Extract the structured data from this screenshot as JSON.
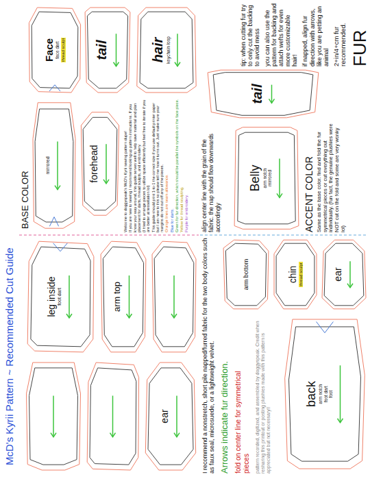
{
  "diagram": {
    "title": "McD's Kyrii Pattern ~ Recommended Cut Guide",
    "nodes": [
      {
        "text": [
          "Face",
          "face dart",
          "thread sculpt"
        ]
      },
      {
        "text": [
          "mirrored"
        ]
      },
      {
        "text": [
          "forehead"
        ]
      },
      {
        "text": [
          "leg inside",
          "foot dart"
        ]
      },
      {
        "text": [
          "arm top"
        ]
      },
      {
        "text": [
          "ear"
        ]
      },
      {
        "text": [
          "hair",
          "keychain loop"
        ]
      },
      {
        "text": [
          "tail"
        ]
      },
      {
        "text": [
          "tail"
        ]
      },
      {
        "text": [
          "Belly",
          "arm notch",
          "mirrored"
        ]
      },
      {
        "text": [
          "chin",
          "thread sculpt"
        ]
      },
      {
        "text": [
          "ear"
        ]
      },
      {
        "text": [
          "arm bottom"
        ]
      },
      {
        "text": [
          "back",
          "arm notch",
          "foot dart",
          "foot"
        ]
      }
    ],
    "labels": [
      "BASE COLOR",
      "FUR",
      "2+in/4+cm fur recommended.",
      "if napped, align fur direction with arrows, like you are petting an animal",
      "you can also use the pattern for backing and attach wefts for even more customizable hair!",
      "tip: when cutting fur try to only cut the backing to avoid mess",
      "ACCENT COLOR",
      "Same as the base color. find and fold the fur symmetrical pieces or cut everything out individually. (fun fact, the genuine plushies were NOT cut on the fold and some are very wonky lol)",
      "I recommend a nonstretch, short pile napped/furred fabric for the two body colors such as faux seal, microsuede, or a lightweight velvet.",
      "align center line with the grain of the fabric. the nap should flow downwards accordingly",
      "Arrows indicate fur direction.",
      "fold on center line for symmetrical pieces",
      "pattern recorded, digitized, and assembled by doggyspeak. Credit when resharing this printout or posting plushies made with this pattern is appreciated but not necessary!!",
      "Welcome to doggyspeak's McD's Kyrii sewing pattern dupe!",
      "If you are new to sewing I recommend looking up pattern instructions. If you know your way around, this guide serves well to help save material and plan placement for darts, thread sculpts, and embroidery.",
      "(I tried to arrange pieces to utilize space efficiently but feel free to iterate if you are better at tessellation lol)",
      "This guide should print 1-to-1 the correct size if you use default printer paper but I am new to this so please tell me how it turns out. Just make sure your margins do not cut off any of the pieces.",
      "Orange lines are seam allowance.",
      "Blue for darts.",
      "Green for fur direction, which should be parallel the symbols on the face piece.",
      "Yellow for thread sculpting.",
      "Purple for embroidery."
    ]
  }
}
